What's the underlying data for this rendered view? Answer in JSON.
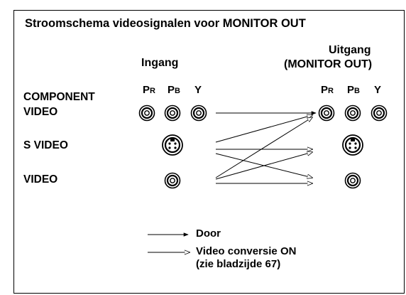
{
  "title": "Stroomschema videosignalen voor MONITOR OUT",
  "input_header": "Ingang",
  "output_header_line1": "Uitgang",
  "output_header_line2": "(MONITOR OUT)",
  "rows": {
    "component_line1": "COMPONENT",
    "component_line2": "VIDEO",
    "svideo": "S VIDEO",
    "video": "VIDEO"
  },
  "jack_labels": {
    "pr_main": "P",
    "pr_sub": "R",
    "pb_main": "P",
    "pb_sub": "B",
    "y": "Y"
  },
  "legend": {
    "through": "Door",
    "conversion_line1": "Video conversie ON",
    "conversion_line2": "(zie bladzijde 67)"
  }
}
